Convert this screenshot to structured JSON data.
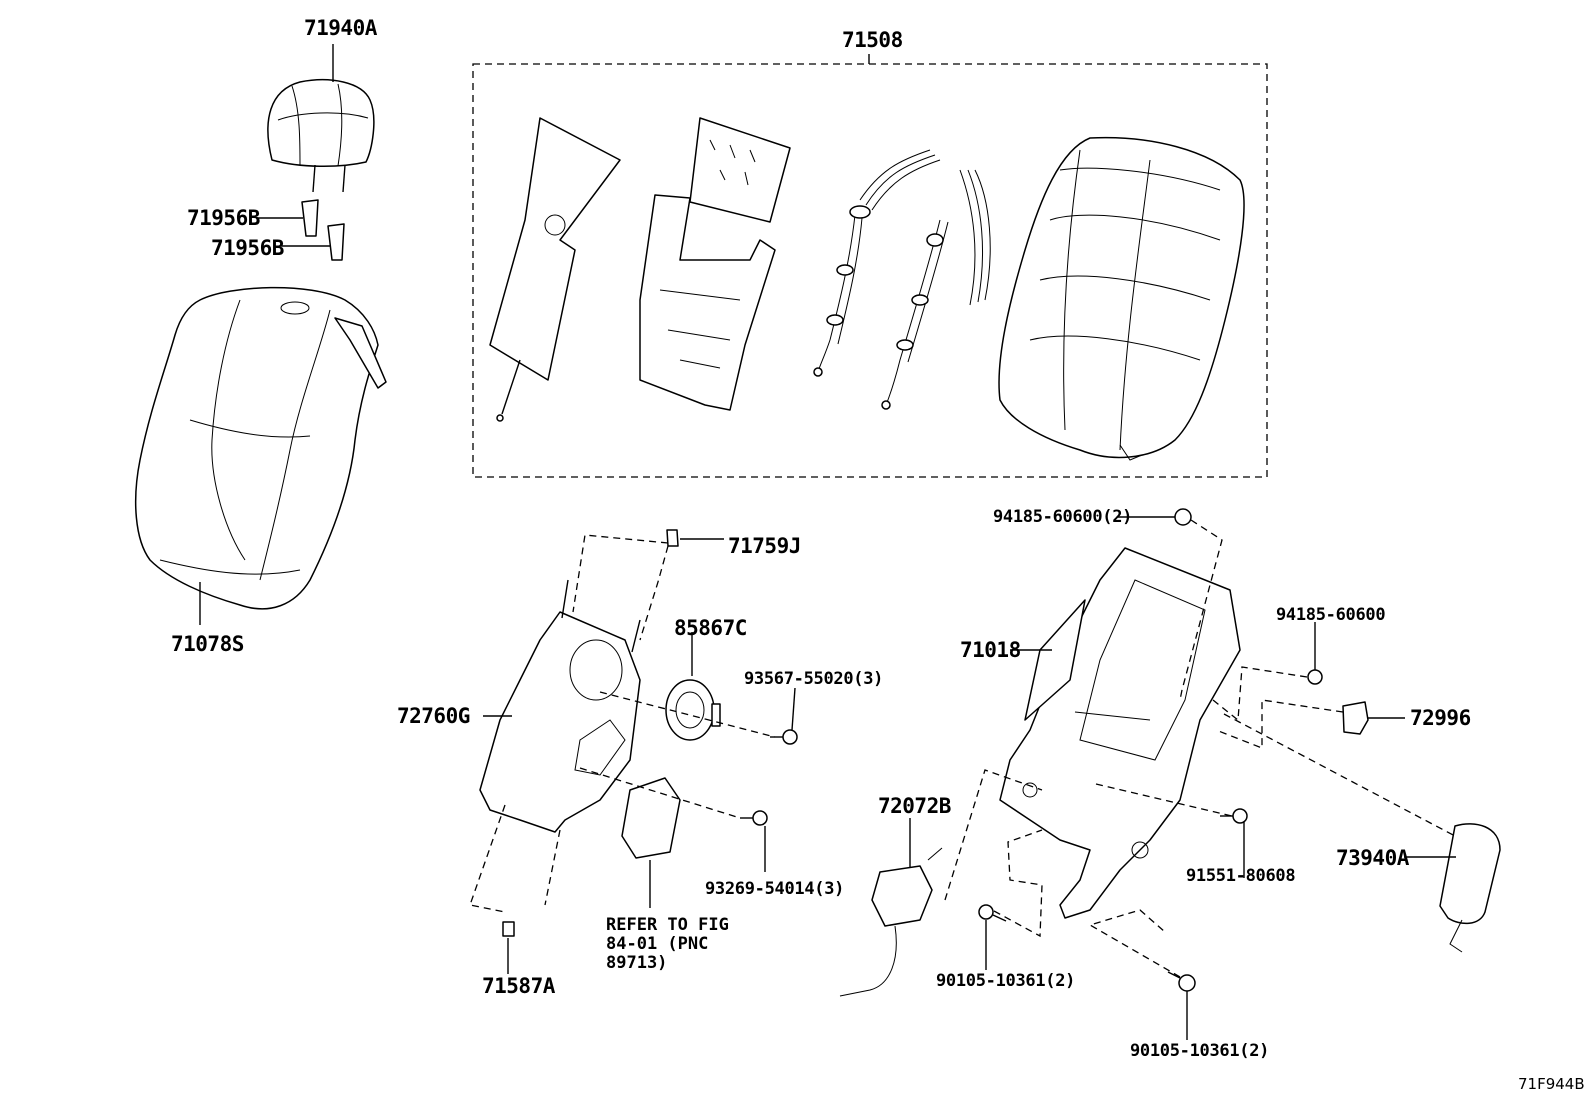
{
  "diagram": {
    "id_code": "71F944B",
    "labels": {
      "headrest": "71940A",
      "support_a": "71956B",
      "support_b": "71956B",
      "cover": "71078S",
      "pad_assembly": "71508",
      "clip_top": "71759J",
      "motor": "85867C",
      "screw_motor": "93567-55020(3)",
      "actuator_plate": "72760G",
      "screw_ecu": "93269-54014(3)",
      "clip_bottom": "71587A",
      "refer_note": "REFER TO FIG 84-01 (PNC 89713)",
      "frame": "71018",
      "nut_top": "94185-60600(2)",
      "nut_side": "94185-60600",
      "lever_knob": "72996",
      "lumbar_switch": "72072B",
      "bolt_frame": "91551-80608",
      "armrest": "73940A",
      "bolt_lower_a": "90105-10361(2)",
      "bolt_lower_b": "90105-10361(2)"
    }
  }
}
